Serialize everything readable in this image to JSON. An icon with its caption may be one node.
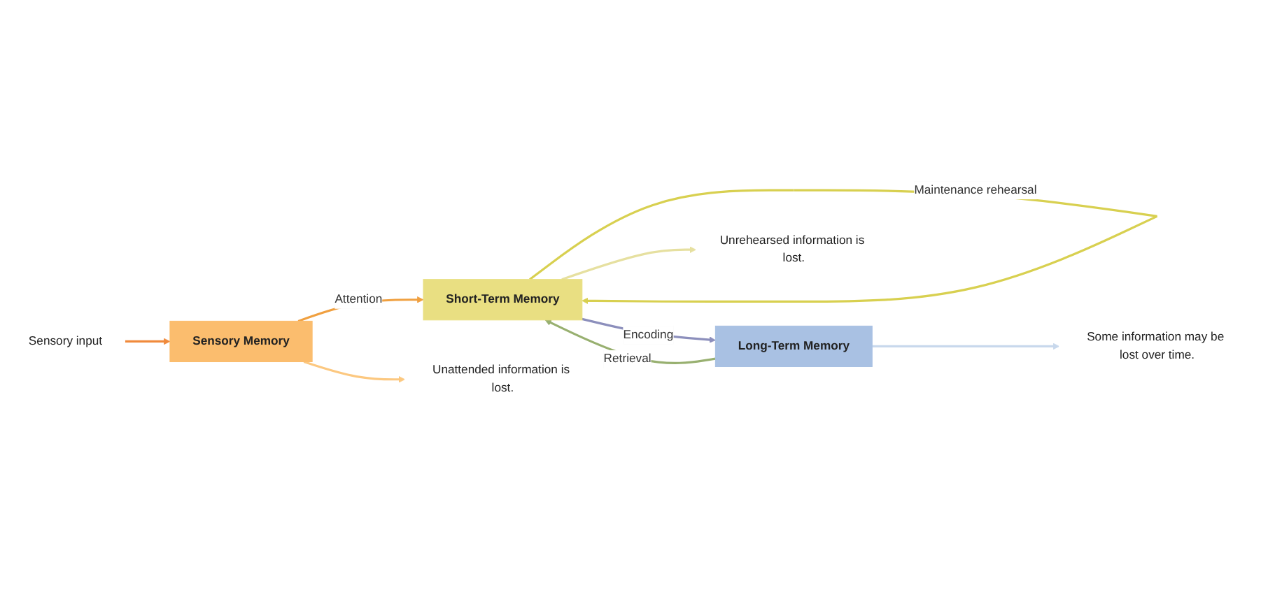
{
  "diagram": {
    "nodes": [
      {
        "text": [
          "Sensory input"
        ]
      },
      {
        "text": [
          "Sensory Memory"
        ]
      },
      {
        "text": [
          "Short-Term Memory"
        ]
      },
      {
        "text": [
          "Long-Term Memory"
        ]
      },
      {
        "text": [
          "Unattended information is lost."
        ]
      },
      {
        "text": [
          "Unrehearsed information is lost."
        ]
      },
      {
        "text": [
          "Some information may be lost over time."
        ]
      }
    ],
    "edges": [
      {
        "from": 0,
        "to": 1,
        "arrow": "to",
        "color": "#f08a3c"
      },
      {
        "from": 1,
        "to": 2,
        "label": "Attention",
        "arrow": "to",
        "color": "#f0a040"
      },
      {
        "from": 2,
        "to": 2,
        "label": "Maintenance rehearsal",
        "arrow": "to",
        "color": "#d8d050"
      },
      {
        "from": 2,
        "to": 3,
        "label": "Encoding",
        "arrow": "to",
        "color": "#8c8fbc"
      },
      {
        "from": 3,
        "to": 2,
        "label": "Retrieval",
        "arrow": "to",
        "color": "#98b070"
      },
      {
        "from": 1,
        "to": 4,
        "arrow": "to",
        "color": "#fcc880"
      },
      {
        "from": 2,
        "to": 5,
        "arrow": "to",
        "color": "#e6e0a0"
      },
      {
        "from": 3,
        "to": 6,
        "arrow": "to",
        "color": "#c8d8ec"
      }
    ]
  }
}
